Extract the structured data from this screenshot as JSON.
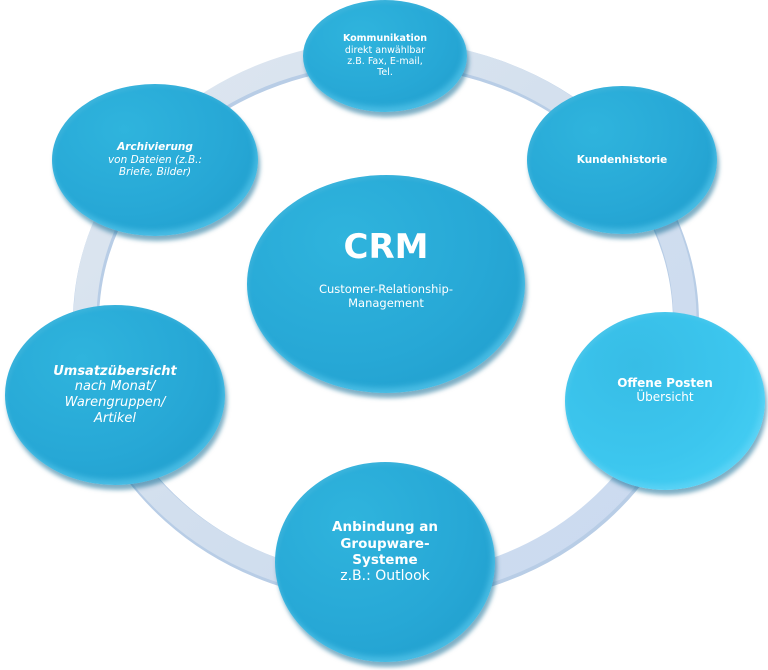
{
  "diagram": {
    "colors": {
      "node": "#27a8d6",
      "node_light": "#3cc6ee",
      "ring": "#d5e1ee",
      "text": "#ffffff"
    },
    "center": {
      "title": "CRM",
      "subtitle_lines": [
        "Customer-Relationship-",
        "Management"
      ]
    },
    "nodes": {
      "kommunikation": {
        "title": "Kommunikation",
        "lines": [
          "direkt anwählbar",
          "z.B. Fax, E-mail,",
          "Tel."
        ]
      },
      "archivierung": {
        "title": "Archivierung",
        "lines": [
          "von Dateien (z.B.:",
          "Briefe, Bilder)"
        ]
      },
      "kundenhistorie": {
        "title": "Kundenhistorie"
      },
      "umsatz": {
        "title": "Umsatzübersicht",
        "lines": [
          "nach Monat/",
          "Warengruppen/",
          "Artikel"
        ]
      },
      "offene_posten": {
        "title": "Offene Posten",
        "lines": [
          "Übersicht"
        ]
      },
      "anbindung": {
        "title_lines": [
          "Anbindung an",
          "Groupware-",
          "Systeme"
        ],
        "lines": [
          "z.B.: Outlook"
        ]
      }
    }
  }
}
